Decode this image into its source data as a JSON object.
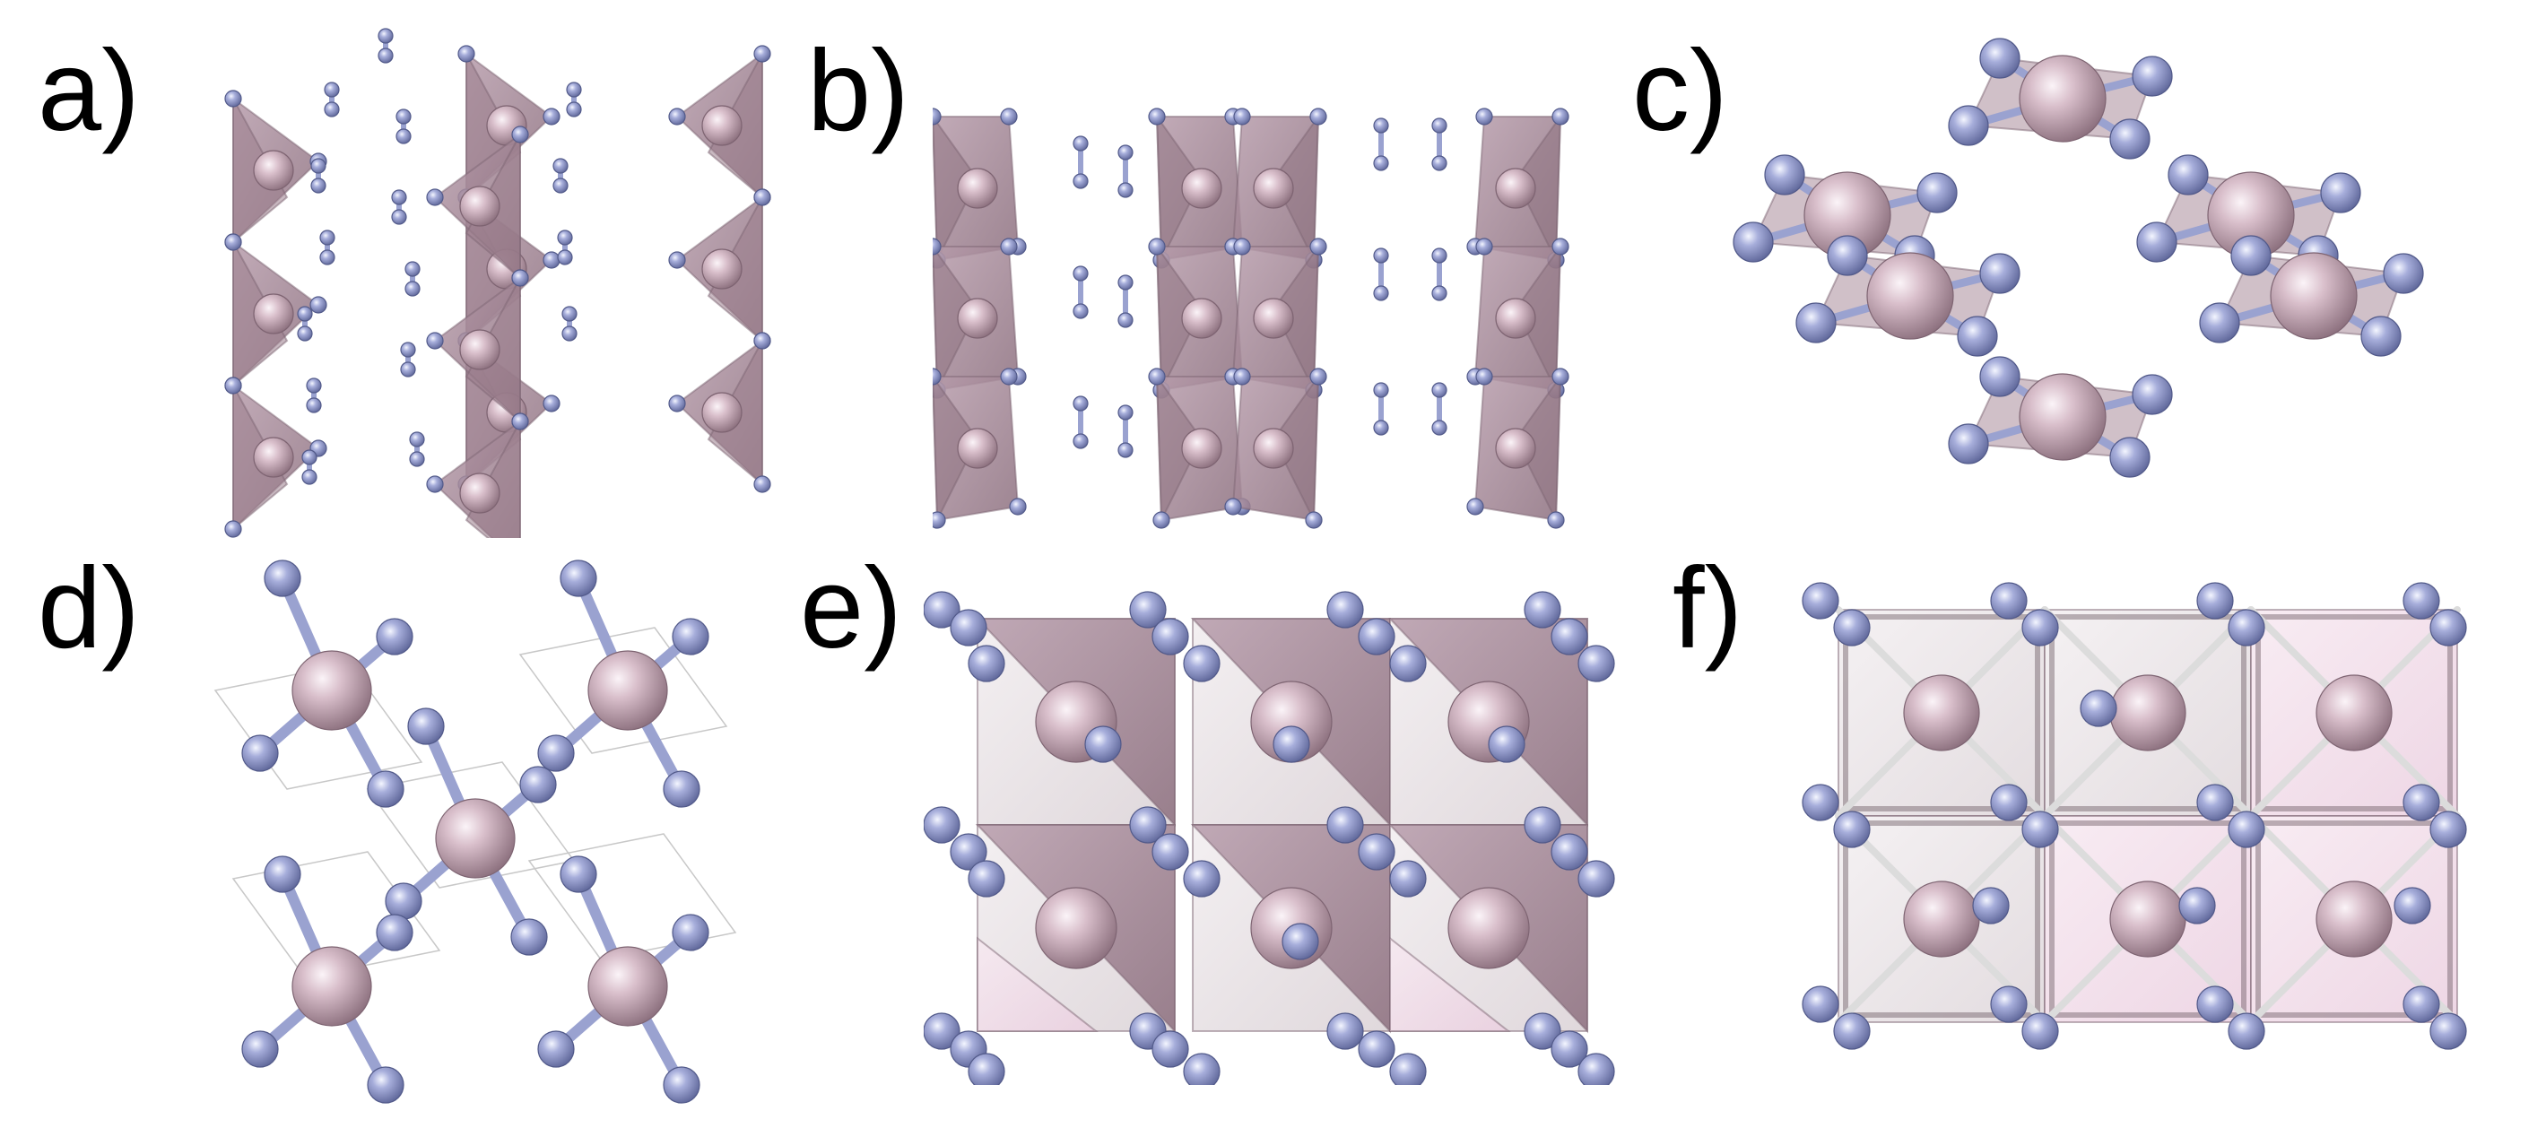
{
  "panels": [
    {
      "id": "a",
      "label": "a)"
    },
    {
      "id": "b",
      "label": "b)"
    },
    {
      "id": "c",
      "label": "c)"
    },
    {
      "id": "d",
      "label": "d)"
    },
    {
      "id": "e",
      "label": "e)"
    },
    {
      "id": "f",
      "label": "f)"
    }
  ],
  "colors": {
    "background": "#ffffff",
    "metal_atom": "#c9a8b8",
    "metal_atom_highlight": "#f3e6ee",
    "nonmetal_atom": "#8e96c8",
    "nonmetal_atom_highlight": "#e8ebfb",
    "polyhedron_fill": "#9c7f8d",
    "polyhedron_light": "#efe6ea",
    "polyhedron_pink": "#f0d8e6",
    "bond_metal": "#b99aa8",
    "bond_nonmetal": "#9aa2d0",
    "label_text": "#000000"
  }
}
